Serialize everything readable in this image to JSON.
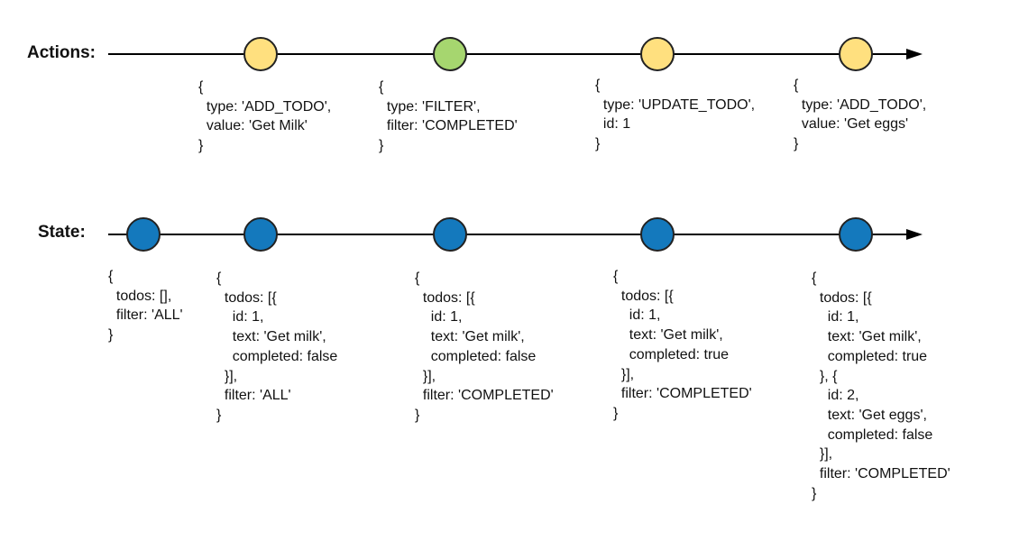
{
  "colors": {
    "action_default": "#FFE07F",
    "action_filter": "#A6D66F",
    "state": "#1479BD",
    "line": "#000000"
  },
  "actions": {
    "label": "Actions:",
    "items": [
      {
        "kind": "add",
        "lines": [
          "{",
          "  type: 'ADD_TODO',",
          "  value: 'Get Milk'",
          "}"
        ]
      },
      {
        "kind": "filter",
        "lines": [
          "{",
          "  type: 'FILTER',",
          "  filter: 'COMPLETED'",
          "}"
        ]
      },
      {
        "kind": "update",
        "lines": [
          "{",
          "  type: 'UPDATE_TODO',",
          "  id: 1",
          "}"
        ]
      },
      {
        "kind": "add",
        "lines": [
          "{",
          "  type: 'ADD_TODO',",
          "  value: 'Get eggs'",
          "}"
        ]
      }
    ]
  },
  "state": {
    "label": "State:",
    "items": [
      {
        "lines": [
          "{",
          "  todos: [],",
          "  filter: 'ALL'",
          "}"
        ]
      },
      {
        "lines": [
          "{",
          "  todos: [{",
          "    id: 1,",
          "    text: 'Get milk',",
          "    completed: false",
          "  }],",
          "  filter: 'ALL'",
          "}"
        ]
      },
      {
        "lines": [
          "{",
          "  todos: [{",
          "    id: 1,",
          "    text: 'Get milk',",
          "    completed: false",
          "  }],",
          "  filter: 'COMPLETED'",
          "}"
        ]
      },
      {
        "lines": [
          "{",
          "  todos: [{",
          "    id: 1,",
          "    text: 'Get milk',",
          "    completed: true",
          "  }],",
          "  filter: 'COMPLETED'",
          "}"
        ]
      },
      {
        "lines": [
          "{",
          "  todos: [{",
          "    id: 1,",
          "    text: 'Get milk',",
          "    completed: true",
          "  }, {",
          "    id: 2,",
          "    text: 'Get eggs',",
          "    completed: false",
          "  }],",
          "  filter: 'COMPLETED'",
          "}"
        ]
      }
    ]
  }
}
